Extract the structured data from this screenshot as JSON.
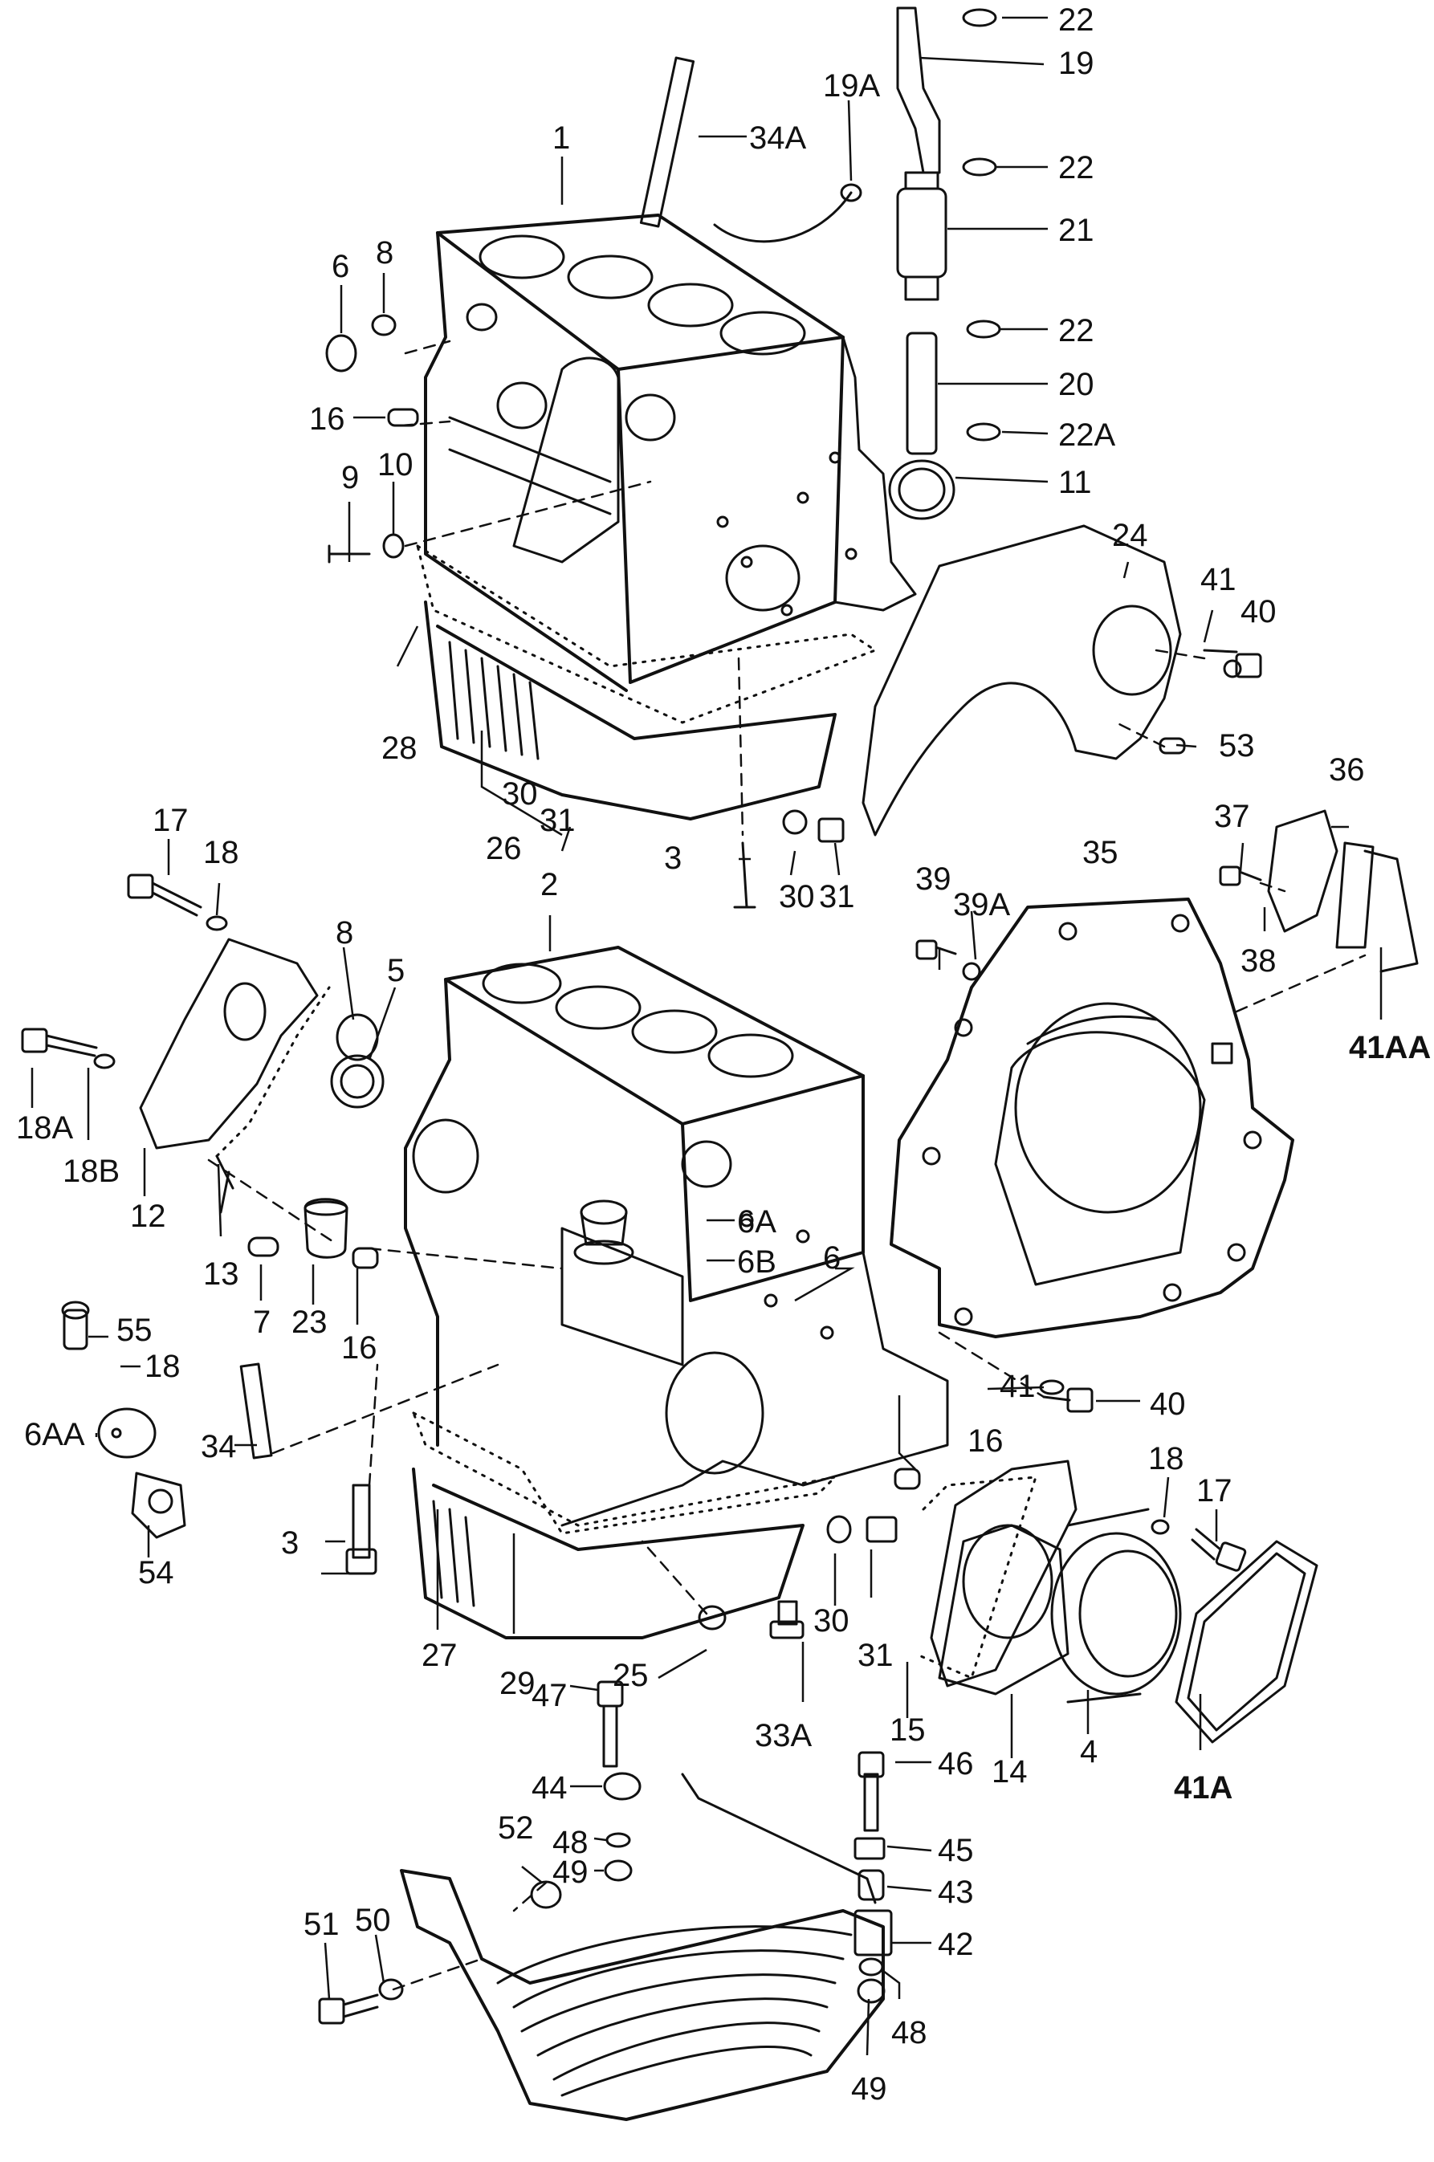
{
  "labels": {
    "c1": "1",
    "c2": "2",
    "c3a": "3",
    "c3b": "3",
    "c4": "4",
    "c5": "5",
    "c6a": "6",
    "c6b": "6",
    "c6A": "6A",
    "c6AA": "6AA",
    "c6B": "6B",
    "c7": "7",
    "c8a": "8",
    "c8b": "8",
    "c9": "9",
    "c10": "10",
    "c11": "11",
    "c12": "12",
    "c13": "13",
    "c14": "14",
    "c15": "15",
    "c16a": "16",
    "c16b": "16",
    "c16c": "16",
    "c17a": "17",
    "c17b": "17",
    "c18a": "18",
    "c18b": "18",
    "c18c": "18",
    "c18A": "18A",
    "c18B": "18B",
    "c19": "19",
    "c19A": "19A",
    "c20": "20",
    "c21": "21",
    "c22a": "22",
    "c22b": "22",
    "c22c": "22",
    "c22A": "22A",
    "c23": "23",
    "c24": "24",
    "c25": "25",
    "c26": "26",
    "c27": "27",
    "c28": "28",
    "c29": "29",
    "c30a": "30",
    "c30b": "30",
    "c30c": "30",
    "c31a": "31",
    "c31b": "31",
    "c31c": "31",
    "c33A": "33A",
    "c34": "34",
    "c34A": "34A",
    "c35": "35",
    "c36": "36",
    "c37": "37",
    "c38": "38",
    "c39": "39",
    "c39A": "39A",
    "c40a": "40",
    "c40b": "40",
    "c41a": "41",
    "c41b": "41",
    "c41A": "41A",
    "c41AA": "41AA",
    "c42": "42",
    "c43": "43",
    "c44": "44",
    "c45": "45",
    "c46": "46",
    "c47": "47",
    "c48a": "48",
    "c48b": "48",
    "c49a": "49",
    "c49b": "49",
    "c50": "50",
    "c51": "51",
    "c52": "52",
    "c53": "53",
    "c54": "54",
    "c55": "55"
  }
}
